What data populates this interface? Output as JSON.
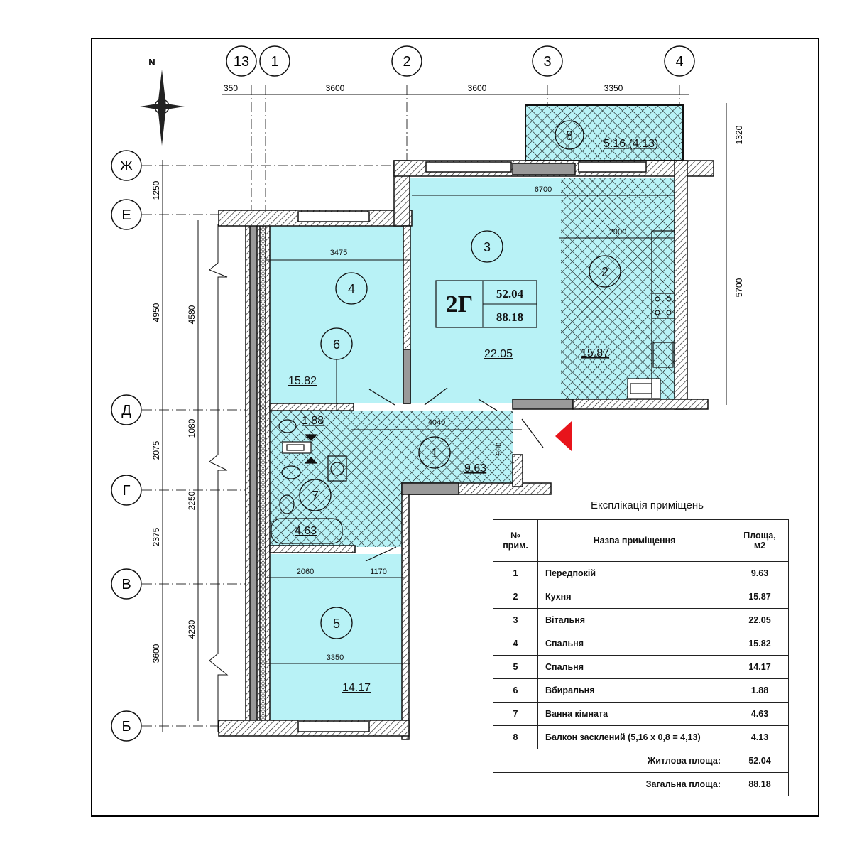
{
  "plan": {
    "apartment_type": "2Г",
    "living_area": "52.04",
    "total_area": "88.18",
    "compass_label": "N",
    "column_axes": [
      "13",
      "1",
      "2",
      "3",
      "4"
    ],
    "row_axes": [
      "Ж",
      "Е",
      "Д",
      "Г",
      "В",
      "Б"
    ],
    "top_dimensions": [
      "350",
      "3600",
      "3600",
      "3350"
    ],
    "left_outer_dimensions": [
      "1250",
      "4950",
      "2075",
      "2375",
      "3600"
    ],
    "left_inner_dimensions": [
      "4580",
      "1080",
      "2250",
      "4230"
    ],
    "right_dimensions": [
      "1320",
      "5700"
    ],
    "interior_dimensions": {
      "living_width": "6700",
      "kitchen_width": "2900",
      "bedroom4_width": "3475",
      "hall_width": "4040",
      "hall_depth": "950",
      "corridor_a": "2060",
      "corridor_b": "1170",
      "bedroom5_width": "3350"
    },
    "rooms": [
      {
        "id": "1",
        "area": "9.63"
      },
      {
        "id": "2",
        "area": "15.87"
      },
      {
        "id": "3",
        "area": "22.05"
      },
      {
        "id": "4",
        "area": "15.82"
      },
      {
        "id": "5",
        "area": "14.17"
      },
      {
        "id": "6",
        "area": "1.88"
      },
      {
        "id": "7",
        "area": "4.63"
      },
      {
        "id": "8",
        "area": "5.16 (4.13)"
      }
    ],
    "colors": {
      "room_fill": "#b8f2f6",
      "wall_gray": "#9a9a9a",
      "entrance_marker": "#e8141b"
    }
  },
  "legend": {
    "title": "Експлікація приміщень",
    "headers": {
      "num": "№ прим.",
      "name": "Назва приміщення",
      "area": "Площа, м2"
    },
    "rows": [
      {
        "num": "1",
        "name": "Передпокій",
        "area": "9.63"
      },
      {
        "num": "2",
        "name": "Кухня",
        "area": "15.87"
      },
      {
        "num": "3",
        "name": "Вітальня",
        "area": "22.05"
      },
      {
        "num": "4",
        "name": "Спальня",
        "area": "15.82"
      },
      {
        "num": "5",
        "name": "Спальня",
        "area": "14.17"
      },
      {
        "num": "6",
        "name": "Вбиральня",
        "area": "1.88"
      },
      {
        "num": "7",
        "name": "Ванна кімната",
        "area": "4.63"
      },
      {
        "num": "8",
        "name": "Балкон засклений (5,16 x 0,8 = 4,13)",
        "area": "4.13"
      }
    ],
    "living_label": "Житлова площа:",
    "living_value": "52.04",
    "total_label": "Загальна площа:",
    "total_value": "88.18"
  }
}
